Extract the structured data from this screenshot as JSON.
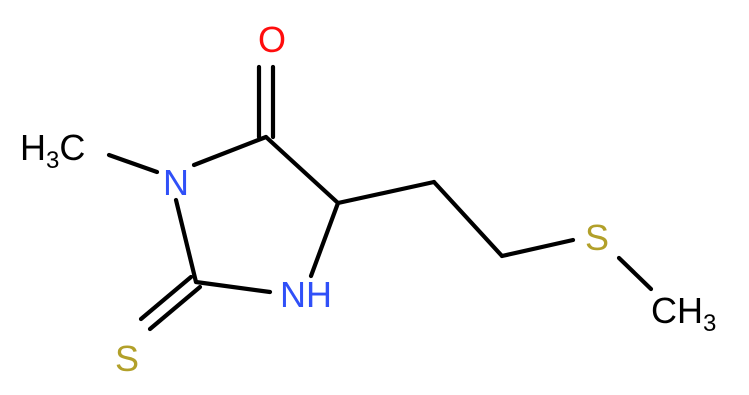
{
  "colors": {
    "bond": "#000000",
    "oxygen": "#ff0d0d",
    "nitrogen": "#3050f8",
    "sulfur": "#b2a02a",
    "carbon_label": "#000000",
    "background": "#ffffff"
  },
  "atoms": {
    "oxygen": {
      "symbol": "O"
    },
    "ring_nitrogen_methylated": {
      "symbol": "N"
    },
    "ring_nitrogen_h": {
      "symbol": "NH"
    },
    "thione_sulfur": {
      "symbol": "S"
    },
    "thioether_sulfur": {
      "symbol": "S"
    },
    "n_methyl": {
      "element": "H",
      "subscript": "3",
      "tail": "C"
    },
    "s_methyl": {
      "element": "CH",
      "subscript": "3"
    }
  }
}
